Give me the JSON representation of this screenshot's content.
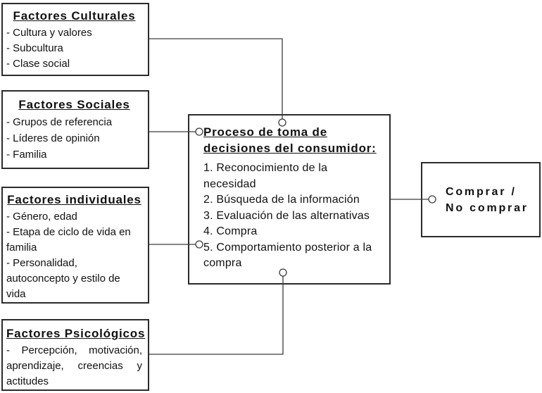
{
  "colors": {
    "background": "#ffffff",
    "box_border": "#2b2b2b",
    "connector": "#3c3c3c",
    "text": "#111111"
  },
  "factors": [
    {
      "title": "Factores Culturales",
      "items": [
        "- Cultura y valores",
        "- Subcultura",
        "- Clase social"
      ]
    },
    {
      "title": "Factores Sociales",
      "items": [
        "- Grupos de referencia",
        "- Líderes de opinión",
        "- Familia"
      ]
    },
    {
      "title": "Factores individuales",
      "items": [
        "- Género, edad",
        "- Etapa de ciclo de vida en familia",
        "- Personalidad, autoconcepto y estilo de vida"
      ]
    },
    {
      "title": "Factores Psicológicos",
      "items": [
        "- Percepción, motivación, aprendizaje, creencias y actitudes"
      ]
    }
  ],
  "process": {
    "title": "Proceso de toma de decisiones del consumidor:",
    "steps": [
      "1. Reconocimiento de la necesidad",
      "2. Búsqueda de la información",
      "3. Evaluación de las alternativas",
      "4. Compra",
      "5. Comportamiento posterior a la compra"
    ]
  },
  "outcome": {
    "line1": "Comprar /",
    "line2": "No comprar"
  }
}
